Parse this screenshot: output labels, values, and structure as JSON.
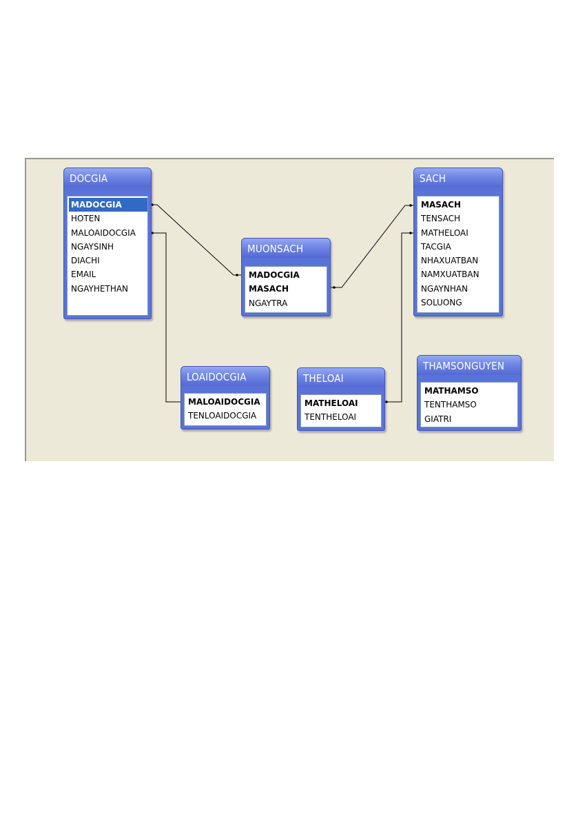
{
  "diagram": {
    "tables": {
      "docgia": {
        "name": "DOCGIA",
        "fields": [
          "MADOCGIA",
          "HOTEN",
          "MALOAIDOCGIA",
          "NGAYSINH",
          "DIACHI",
          "EMAIL",
          "NGAYHETHAN"
        ],
        "primary_keys": [
          "MADOCGIA"
        ],
        "selected": "MADOCGIA"
      },
      "muonsach": {
        "name": "MUONSACH",
        "fields": [
          "MADOCGIA",
          "MASACH",
          "NGAYTRA"
        ],
        "primary_keys": [
          "MADOCGIA",
          "MASACH"
        ]
      },
      "sach": {
        "name": "SACH",
        "fields": [
          "MASACH",
          "TENSACH",
          "MATHELOAI",
          "TACGIA",
          "NHAXUATBAN",
          "NAMXUATBAN",
          "NGAYNHAN",
          "SOLUONG"
        ],
        "primary_keys": [
          "MASACH"
        ]
      },
      "loaidocgia": {
        "name": "LOAIDOCGIA",
        "fields": [
          "MALOAIDOCGIA",
          "TENLOAIDOCGIA"
        ],
        "primary_keys": [
          "MALOAIDOCGIA"
        ]
      },
      "theloai": {
        "name": "THELOAI",
        "fields": [
          "MATHELOAI",
          "TENTHELOAI"
        ],
        "primary_keys": [
          "MATHELOAI"
        ]
      },
      "thamsonguyen": {
        "name": "THAMSONGUYEN",
        "fields": [
          "MATHAMSO",
          "TENTHAMSO",
          "GIATRI"
        ],
        "primary_keys": [
          "MATHAMSO"
        ]
      }
    },
    "relationships": [
      {
        "from": "DOCGIA.MADOCGIA",
        "to": "MUONSACH.MADOCGIA"
      },
      {
        "from": "SACH.MASACH",
        "to": "MUONSACH.MASACH"
      },
      {
        "from": "DOCGIA.MALOAIDOCGIA",
        "to": "LOAIDOCGIA.MALOAIDOCGIA"
      },
      {
        "from": "SACH.MATHELOAI",
        "to": "THELOAI.MATHELOAI"
      }
    ],
    "colors": {
      "title_bar": "#6f86e4",
      "canvas": "#ece9d8",
      "selection": "#316ac5",
      "line": "#000000"
    }
  }
}
